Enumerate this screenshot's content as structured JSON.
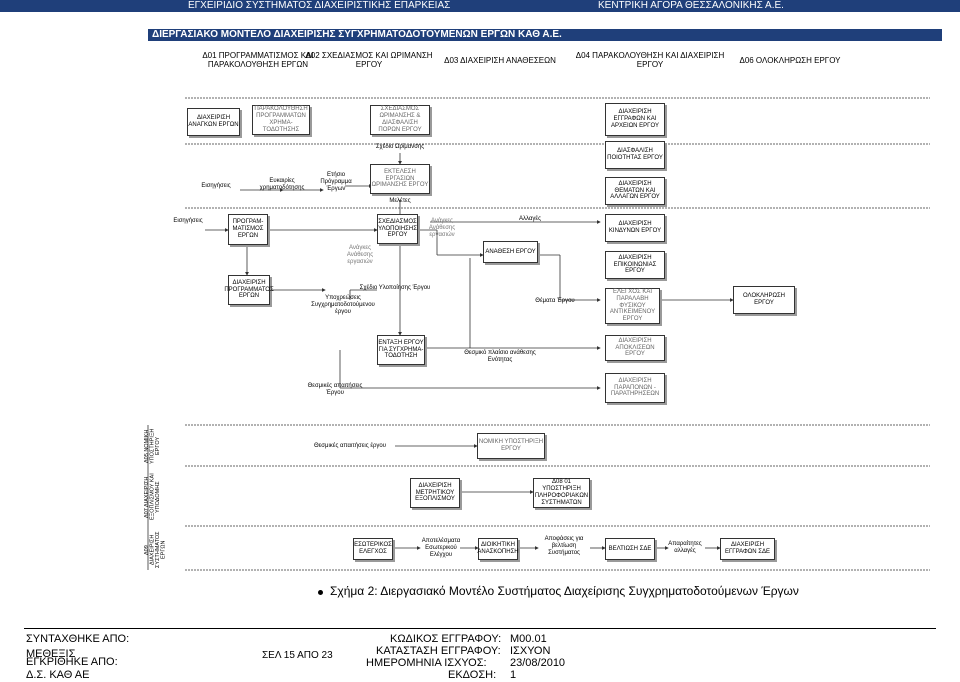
{
  "header": {
    "left": "ΕΓΧΕΙΡΙΔΙΟ ΣΥΣΤΗΜΑΤΟΣ ΔΙΑΧΕΙΡΙΣΤΙΚΗΣ ΕΠΑΡΚΕΙΑΣ",
    "right": "ΚΕΝΤΡΙΚΗ ΑΓΟΡΑ ΘΕΣΣΑΛΟΝΙΚΗΣ Α.Ε."
  },
  "diagram_title": "ΔΙΕΡΓΑΣΙΑΚΟ ΜΟΝΤΕΛΟ ΔΙΑΧΕΙΡΙΣΗΣ ΣΥΓΧΡΗΜΑΤΟΔΟΤΟΥΜΕΝΩΝ ΕΡΓΩΝ ΚΑΘ Α.Ε.",
  "phases": [
    "Δ01 ΠΡΟΓΡΑΜΜΑΤΙΣΜΟΣ ΚΑΙ ΠΑΡΑΚΟΛΟΥΘΗΣΗ ΕΡΓΩΝ",
    "Δ02 ΣΧΕΔΙΑΣΜΟΣ ΚΑΙ ΩΡΙΜΑΝΣΗ ΕΡΓΟΥ",
    "Δ03 ΔΙΑΧΕΙΡΙΣΗ ΑΝΑΘΕΣΕΩΝ",
    "Δ04 ΠΑΡΑΚΟΛΟΥΘΗΣΗ ΚΑΙ ΔΙΑΧΕΙΡΙΣΗ ΕΡΓΟΥ",
    "Δ06 ΟΛΟΚΛΗΡΩΣΗ ΕΡΓΟΥ"
  ],
  "boxes": {
    "anagkon": "ΔΙΑΧΕΙΡΙΣΗ ΑΝΑΓΚΩΝ ΕΡΓΩΝ",
    "parakolouthisi": "ΠΑΡΑΚΟΛΟΥΘΗΣΗ ΠΡΟΓΡΑΜΜΑΤΩΝ ΧΡΗΜΑ-ΤΟΔΟΤΗΣΗΣ",
    "sxediasmos_orim": "ΣΧΕΔΙΑΣΜΟΣ ΩΡΙΜΑΝΣΗΣ & ΔΙΑΣΦΑΛΙΣΗ ΠΟΡΩΝ ΕΡΓΟΥ",
    "ektelesi": "ΕΚΤΕΛΕΣΗ ΕΡΓΑΣΙΩΝ ΩΡΙΜΑΝΣΗΣ ΕΡΓΟΥ",
    "eggrafon": "ΔΙΑΧΕΙΡΙΣΗ ΕΓΓΡΑΦΩΝ ΚΑΙ ΑΡΧΕΙΩΝ ΕΡΓΟΥ",
    "poiotitas": "ΔΙΑΣΦΑΛΙΣΗ ΠΟΙΟΤΗΤΑΣ ΕΡΓΟΥ",
    "thematon": "ΔΙΑΧΕΙΡΙΣΗ ΘΕΜΑΤΩΝ ΚΑΙ ΑΛΛΑΓΩΝ ΕΡΓΟΥ",
    "programmatismos": "ΠΡΟΓΡΑΜ-ΜΑΤΙΣΜΟΣ ΕΡΓΩΝ",
    "sxediasmos_ylop": "ΣΧΕΔΙΑΣΜΟΣ ΥΛΟΠΟΙΗΣΗΣ ΕΡΓΟΥ",
    "kindynon": "ΔΙΑΧΕΙΡΙΣΗ ΚΙΝΔΥΝΩΝ ΕΡΓΟΥ",
    "anathesi": "ΑΝΑΘΕΣΗ ΕΡΓΟΥ",
    "epikoinonias": "ΔΙΑΧΕΙΡΙΣΗ ΕΠΙΚΟΙΝΩΝΙΑΣ ΕΡΓΟΥ",
    "programmatos": "ΔΙΑΧΕΙΡΙΣΗ ΠΡΟΓΡΑΜΜΑΤΟΣ ΕΡΓΩΝ",
    "elegxos": "ΕΛΕΓΧΟΣ ΚΑΙ ΠΑΡΑΛΑΒΗ ΦΥΣΙΚΟΥ ΑΝΤΙΚΕΙΜΕΝΟΥ ΕΡΓΟΥ",
    "oloklirosi": "ΟΛΟΚΛΗΡΩΣΗ ΕΡΓΟΥ",
    "entaxi": "ΕΝΤΑΞΗ ΕΡΓΟΥ ΓΙΑ ΣΥΓΧΡΗΜΑ-ΤΟΔΟΤΗΣΗ",
    "apoklisewn": "ΔΙΑΧΕΙΡΙΣΗ ΑΠΟΚΛΙΣΕΩΝ ΕΡΓΟΥ",
    "parapono": "ΔΙΑΧΕΙΡΙΣΗ ΠΑΡΑΠΟΝΩΝ - ΠΑΡΑΤΗΡΗΣΕΩΝ",
    "nomiki": "ΝΟΜΙΚΗ ΥΠΟΣΤΗΡΙΞΗ ΕΡΓΟΥ",
    "metrikou": "ΔΙΑΧΕΙΡΙΣΗ ΜΕΤΡΗΤΙΚΟΥ ΕΞΟΠΛΙΣΜΟΥ",
    "d08": "Δ08 01 ΥΠΟΣΤΗΡΙΞΗ ΠΛΗΡΟΦΟΡΙΑΚΩΝ ΣΥΣΤΗΜΑΤΩΝ",
    "esoterikos": "ΕΣΩΤΕΡΙΚΟΣ ΕΛΕΓΧΟΣ",
    "dioikitiki": "ΔΙΟΙΚΗΤΙΚΗ ΑΝΑΣΚΟΠΗΣΗ",
    "veltiosi": "ΒΕΛΤΙΩΣΗ ΣΔΕ",
    "eggrafon_sde": "ΔΙΑΧΕΙΡΙΣΗ ΕΓΓΡΑΦΩΝ ΣΔΕ"
  },
  "labels": {
    "sxedio_orimansis": "Σχέδιο Ωρίμανσης",
    "eisigiseis1": "Εισηγήσεις",
    "eukairies": "Ευκαιρίες χρηματοδότησης",
    "etisio": "Ετήσιο Πρόγραμμα Έργων",
    "meletes": "Μελέτες",
    "eisigiseis2": "Εισηγήσεις",
    "anagkes_anathesis_a": "Ανάγκες Ανάθεσης εργασιών",
    "allages": "Αλλαγές",
    "anagkes_anathesis_b": "Ανάγκες Ανάθεσης εργασιών",
    "sxedio_ylopoiisis": "Σχέδιο Υλοποίησης Έργου",
    "ypoxreoseis": "Υποχρεώσεις Συγχρηματοδοτούμενου έργου",
    "themata": "Θέματα Έργου",
    "thesmiko": "Θεσμικό πλαίσιο ανάθεσης Ενότητας",
    "thesmikes1": "Θεσμικές απαιτήσεις Έργου",
    "thesmikes2": "Θεσμικές απαιτήσεις έργου",
    "apotelesmata": "Αποτελέσματα Εσωτερικού Ελέγχου",
    "apofaseis": "Αποφάσεις για βελτίωση Συστήματος",
    "aparaitites": "Απαραίτητες αλλαγές"
  },
  "lanes": {
    "d05": "Δ05 ΝΟΜΙΚΗ ΥΠΟΣΤΗΡΙΞΗ ΕΡΓΟΥ",
    "d07": "Δ07 ΔΙΑΧΕΙΡΙΣΗ ΕΞΟΠΛΙΣΜΟΥ ΚΑΙ ΥΠΟΔΟΜΗΣ",
    "d09": "Δ09 ΔΙΑΧΕΙΡΙΣΗ ΣΥΣΤΗΜΑΤΟΣ ΕΡΓΩΝ"
  },
  "caption": "Σχήμα 2: Διεργασιακό Μοντέλο Συστήματος Διαχείρισης Συγχρηματοδοτούμενων Έργων",
  "footer": {
    "syntaxthike_label": "ΣΥΝΤΑΧΘΗΚΕ ΑΠΟ:",
    "syntaxthike_value": "ΜΕΘΕΞΙΣ",
    "egkrithike_label": "ΕΓΚΡΙΘΗΚΕ ΑΠΟ:",
    "egkrithike_value": "Δ.Σ. ΚΑΘ ΑΕ",
    "page": "ΣΕΛ 15 ΑΠΟ 23",
    "kodikos_label": "ΚΩΔΙΚΟΣ ΕΓΓΡΑΦΟΥ:",
    "kodikos_value": "Μ00.01",
    "katastasi_label": "ΚΑΤΑΣΤΑΣΗ ΕΓΓΡΑΦΟΥ:",
    "katastasi_value": "ΙΣΧΥΟΝ",
    "imerominia_label": "ΗΜΕΡΟΜΗΝΙΑ ΙΣΧΥΟΣ:",
    "imerominia_value": "23/08/2010",
    "ekdosi_label": "ΕΚΔΟΣΗ:",
    "ekdosi_value": "1"
  }
}
